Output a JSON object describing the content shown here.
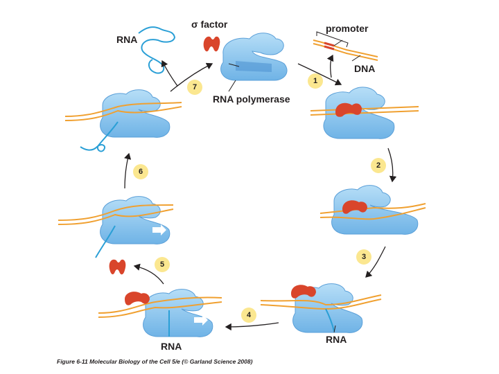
{
  "labels": {
    "sigma_factor": "σ factor",
    "promoter": "promoter",
    "dna": "DNA",
    "rna_polymerase": "RNA polymerase",
    "rna_top_left": "RNA",
    "rna_step3": "RNA",
    "rna_step5": "RNA"
  },
  "steps": [
    "1",
    "2",
    "3",
    "4",
    "5",
    "6",
    "7"
  ],
  "caption": "Figure 6-11 Molecular Biology of the Cell 5/e (© Garland Science 2008)",
  "colors": {
    "polymerase": "#8ccaf0",
    "polymerase_dark": "#4a8fd0",
    "sigma": "#d9452b",
    "dna_strand": "#f0a030",
    "rna": "#2a9fd6",
    "badge": "#fbe790"
  }
}
